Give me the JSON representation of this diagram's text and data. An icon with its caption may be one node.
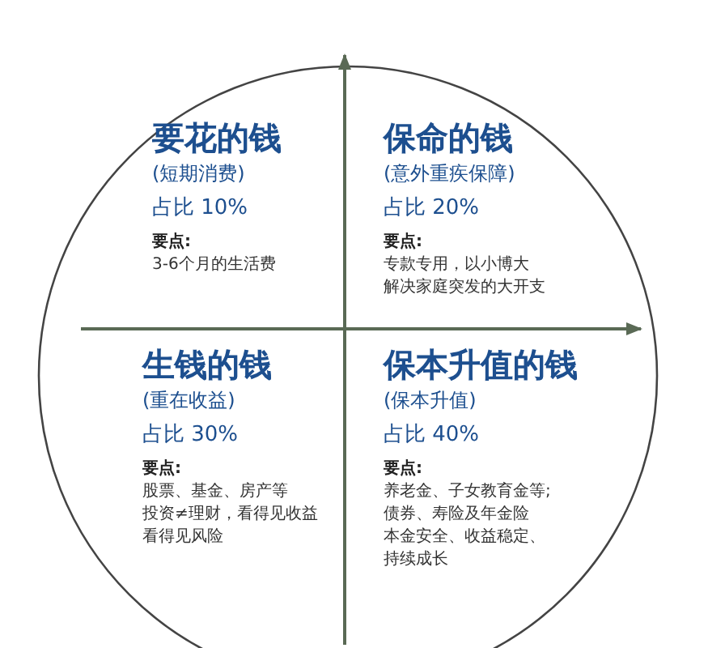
{
  "diagram": {
    "nodes": [
      {
        "text": [
          "要花的钱",
          "(短期消费)",
          "占比 10%",
          "要点:",
          "3-6个月的生活费"
        ]
      },
      {
        "text": [
          "保命的钱",
          "(意外重疾保障)",
          "占比 20%",
          "要点:",
          "专款专用，以小博大",
          "解决家庭突发的大开支"
        ]
      },
      {
        "text": [
          "生钱的钱",
          "(重在收益)",
          "占比 30%",
          "要点:",
          "股票、基金、房产等",
          "投资≠理财，看得见收益",
          "看得见风险"
        ]
      },
      {
        "text": [
          "保本升值的钱",
          "(保本升值)",
          "占比 40%",
          "要点:",
          "养老金、子女教育金等;",
          "债券、寿险及年金险",
          "本金安全、收益稳定、",
          "持续成长"
        ]
      }
    ]
  }
}
